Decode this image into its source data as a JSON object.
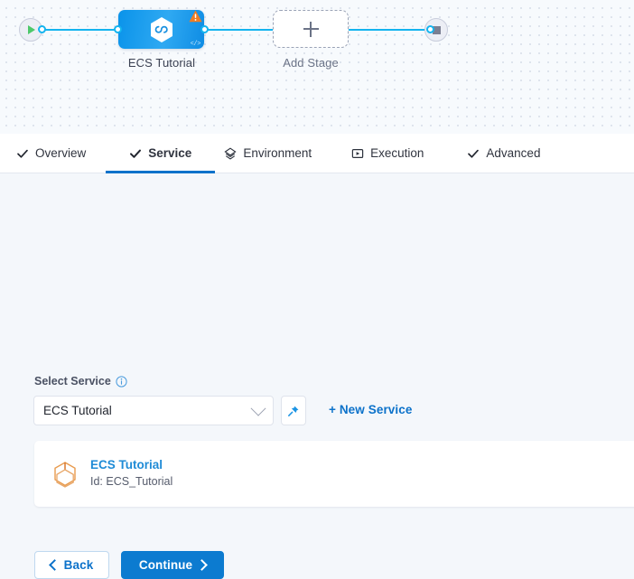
{
  "pipeline": {
    "start_node": {
      "icon": "play-icon"
    },
    "end_node": {
      "icon": "stop-icon"
    },
    "stage": {
      "label": "ECS Tutorial",
      "icon": "harness-hexagon-icon",
      "warning_icon": "warning-triangle-icon",
      "code_icon": "code-brackets-icon"
    },
    "add_stage": {
      "label": "Add Stage",
      "icon": "plus-icon"
    }
  },
  "tabs": [
    {
      "label": "Overview",
      "icon": "check-icon",
      "active": false
    },
    {
      "label": "Service",
      "icon": "check-icon",
      "active": true
    },
    {
      "label": "Environment",
      "icon": "layers-icon",
      "active": false
    },
    {
      "label": "Execution",
      "icon": "play-box-icon",
      "active": false
    },
    {
      "label": "Advanced",
      "icon": "check-icon",
      "active": false
    }
  ],
  "form": {
    "select_service_label": "Select Service",
    "info_icon": "info-icon",
    "service_dropdown": {
      "value": "ECS Tutorial",
      "chevron_icon": "chevron-down-icon"
    },
    "pin_button": {
      "icon": "pin-icon"
    },
    "new_service_link": "+ New Service"
  },
  "service_card": {
    "icon": "cube-icon",
    "title": "ECS Tutorial",
    "subtitle": "Id: ECS_Tutorial"
  },
  "footer": {
    "back_label": "Back",
    "continue_label": "Continue"
  },
  "colors": {
    "accent_blue": "#0c72ca",
    "edge_blue": "#14b4ef",
    "node_blue": "#0a93ea",
    "warning_orange": "#f07c22",
    "cube_orange": "#e08a3c",
    "card_title_blue": "#1f8bd6",
    "start_green": "#4dc86a",
    "canvas_bg": "#f7fafd",
    "body_bg": "#f4f7fb"
  }
}
